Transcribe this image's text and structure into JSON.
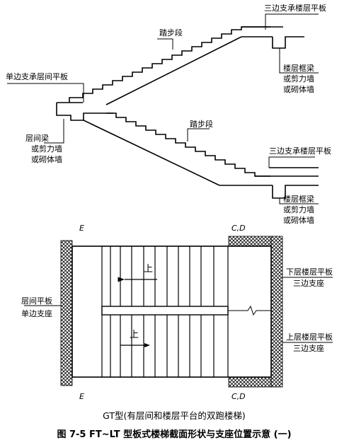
{
  "section": {
    "upper_landing_label": "三边支承楼层平板",
    "upper_flight_label": "踏步段",
    "mid_landing_label": "单边支承层间平板",
    "mid_beam_label": [
      "层间梁",
      "或剪力墙",
      "或砌体墙"
    ],
    "upper_beam_label": [
      "楼层框梁",
      "或剪力墙",
      "或砌体墙"
    ],
    "lower_flight_label": "踏步段",
    "lower_landing_label": "三边支承楼层平板",
    "lower_beam_label": [
      "楼层框梁",
      "或剪力墙",
      "或砌体墙"
    ]
  },
  "plan": {
    "grid_left_top": "E",
    "grid_right_top": "C,D",
    "grid_left_bottom": "E",
    "grid_right_bottom": "C,D",
    "up_label_top": "上",
    "up_label_bottom": "上",
    "left_support_label": [
      "层间平板",
      "单边支座"
    ],
    "right_top_support_label": [
      "下层楼层平板",
      "三边支座"
    ],
    "right_bottom_support_label": [
      "上层楼层平板",
      "三边支座"
    ]
  },
  "subtitle": "GT型(有层间和楼层平台的双跑楼梯)",
  "caption": "图 7-5   FT~LT 型板式楼梯截面形状与支座位置示意 (一)"
}
